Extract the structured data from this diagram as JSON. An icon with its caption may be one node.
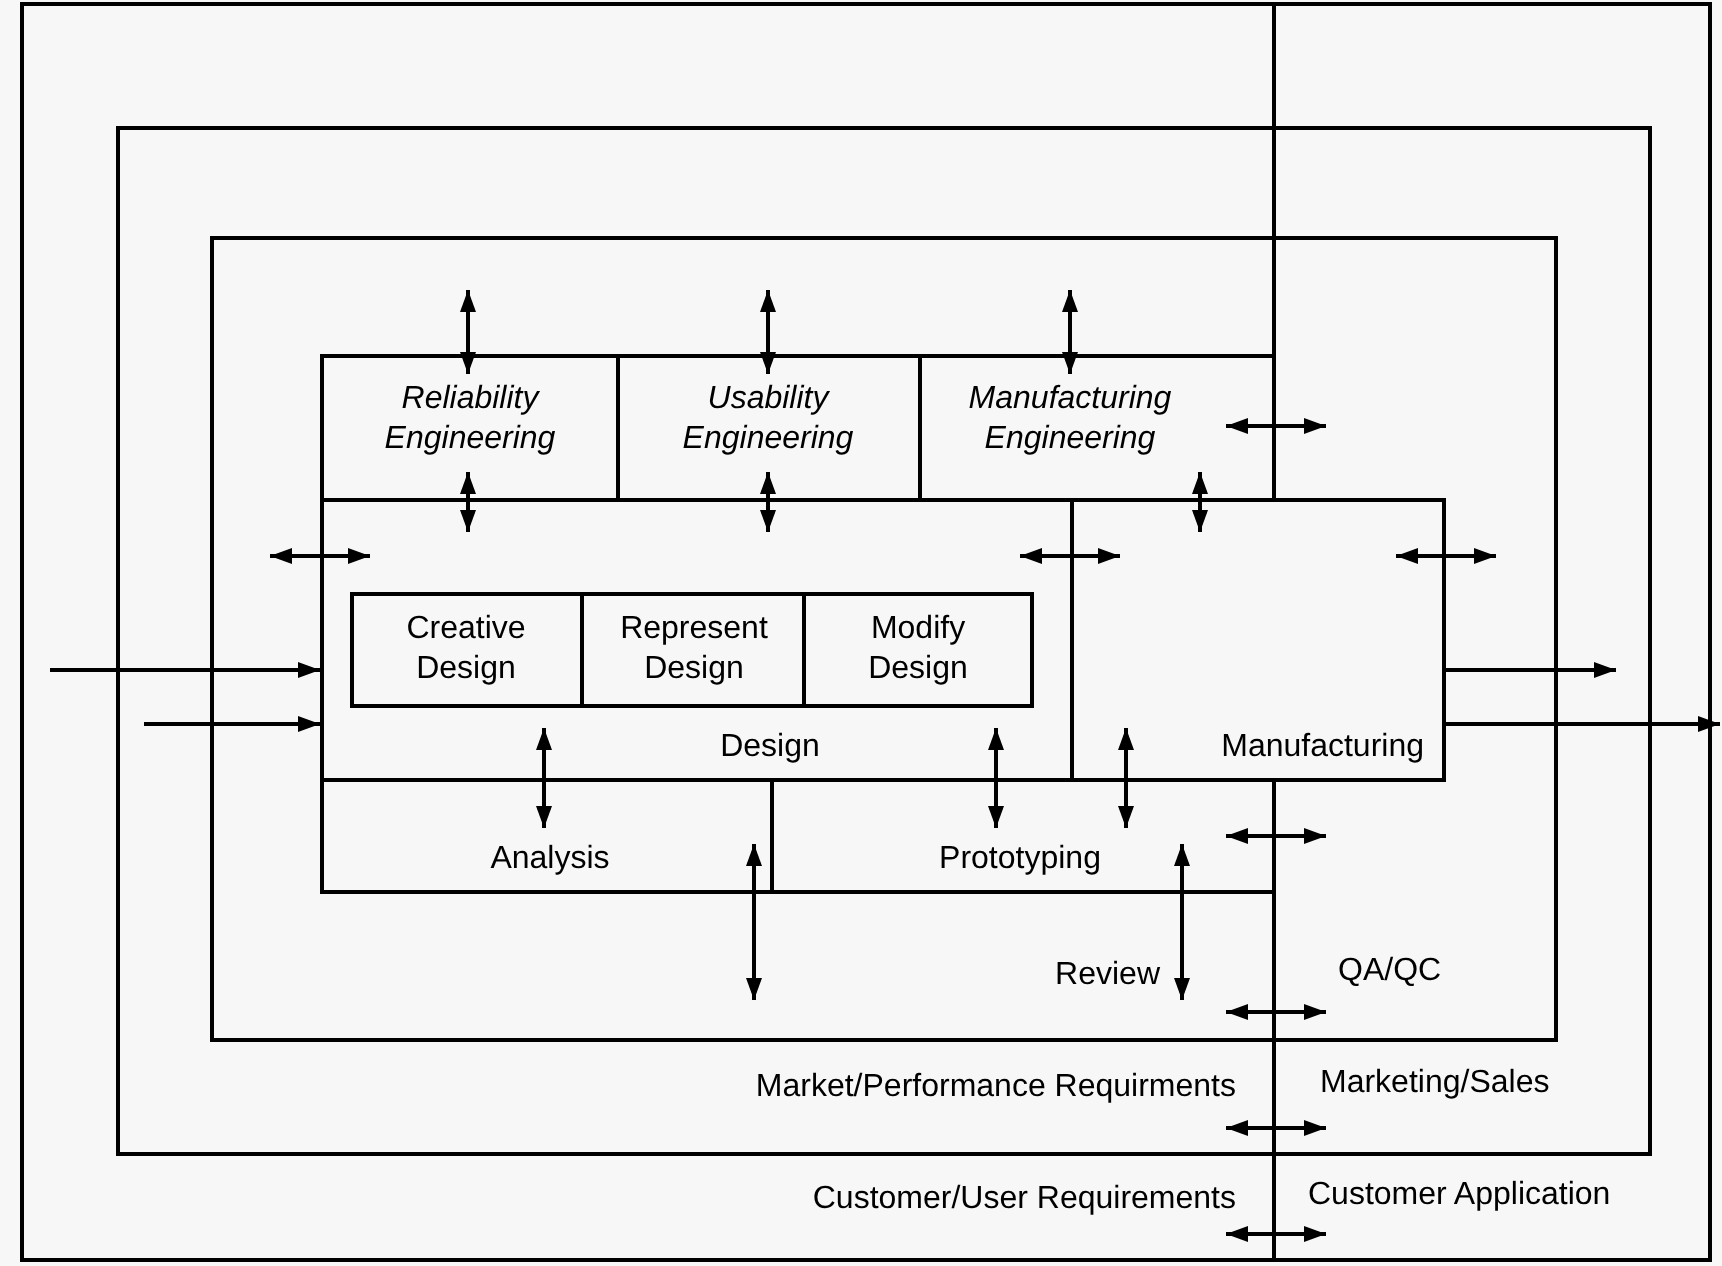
{
  "diagram": {
    "nodes": [
      {
        "text": [
          "Customer/User Requirements"
        ]
      },
      {
        "text": [
          "Customer Application"
        ],
        "in": 0
      },
      {
        "text": [
          "Market/Performance Requirments"
        ],
        "in": 0
      },
      {
        "text": [
          "Marketing/Sales"
        ],
        "in": 2
      },
      {
        "text": [
          "Review"
        ],
        "in": 2
      },
      {
        "text": [
          "QA/QC"
        ],
        "in": 4
      },
      {
        "text": [
          "Reliability Engineering"
        ],
        "in": 4
      },
      {
        "text": [
          "Usability Engineering"
        ],
        "in": 4
      },
      {
        "text": [
          "Manufacturing Engineering"
        ],
        "in": 4
      },
      {
        "text": [
          "Design"
        ],
        "in": 4
      },
      {
        "text": [
          "Creative Design"
        ],
        "in": 9
      },
      {
        "text": [
          "Represent Design"
        ],
        "in": 9
      },
      {
        "text": [
          "Modify Design"
        ],
        "in": 9
      },
      {
        "text": [
          "Manufacturing"
        ],
        "in": 4
      },
      {
        "text": [
          "Analysis"
        ],
        "in": 4
      },
      {
        "text": [
          "Prototyping"
        ],
        "in": 4
      }
    ],
    "edges": [
      {
        "from": 4,
        "to": 6,
        "arrow": "both"
      },
      {
        "from": 4,
        "to": 7,
        "arrow": "both"
      },
      {
        "from": 4,
        "to": 8,
        "arrow": "both"
      },
      {
        "from": 6,
        "to": 9,
        "arrow": "both"
      },
      {
        "from": 7,
        "to": 9,
        "arrow": "both"
      },
      {
        "from": 8,
        "to": 13,
        "arrow": "both"
      },
      {
        "from": 8,
        "to": 5,
        "arrow": "both"
      },
      {
        "from": 4,
        "to": 9,
        "arrow": "both"
      },
      {
        "from": 9,
        "to": 13,
        "arrow": "both"
      },
      {
        "from": 13,
        "to": 5,
        "arrow": "both"
      },
      {
        "from": 0,
        "to": 9,
        "arrow": "to"
      },
      {
        "from": 2,
        "to": 9,
        "arrow": "to"
      },
      {
        "from": 13,
        "to": null,
        "arrow": "to"
      },
      {
        "from": 13,
        "to": null,
        "arrow": "to"
      },
      {
        "from": 9,
        "to": 14,
        "arrow": "both"
      },
      {
        "from": 9,
        "to": 15,
        "arrow": "both"
      },
      {
        "from": 13,
        "to": 15,
        "arrow": "both"
      },
      {
        "from": 14,
        "to": 4,
        "arrow": "both"
      },
      {
        "from": 15,
        "to": 4,
        "arrow": "both"
      },
      {
        "from": 15,
        "to": 5,
        "arrow": "both"
      },
      {
        "from": 4,
        "to": 5,
        "arrow": "both"
      },
      {
        "from": 2,
        "to": 3,
        "arrow": "both"
      },
      {
        "from": 0,
        "to": 1,
        "arrow": "both"
      }
    ]
  }
}
